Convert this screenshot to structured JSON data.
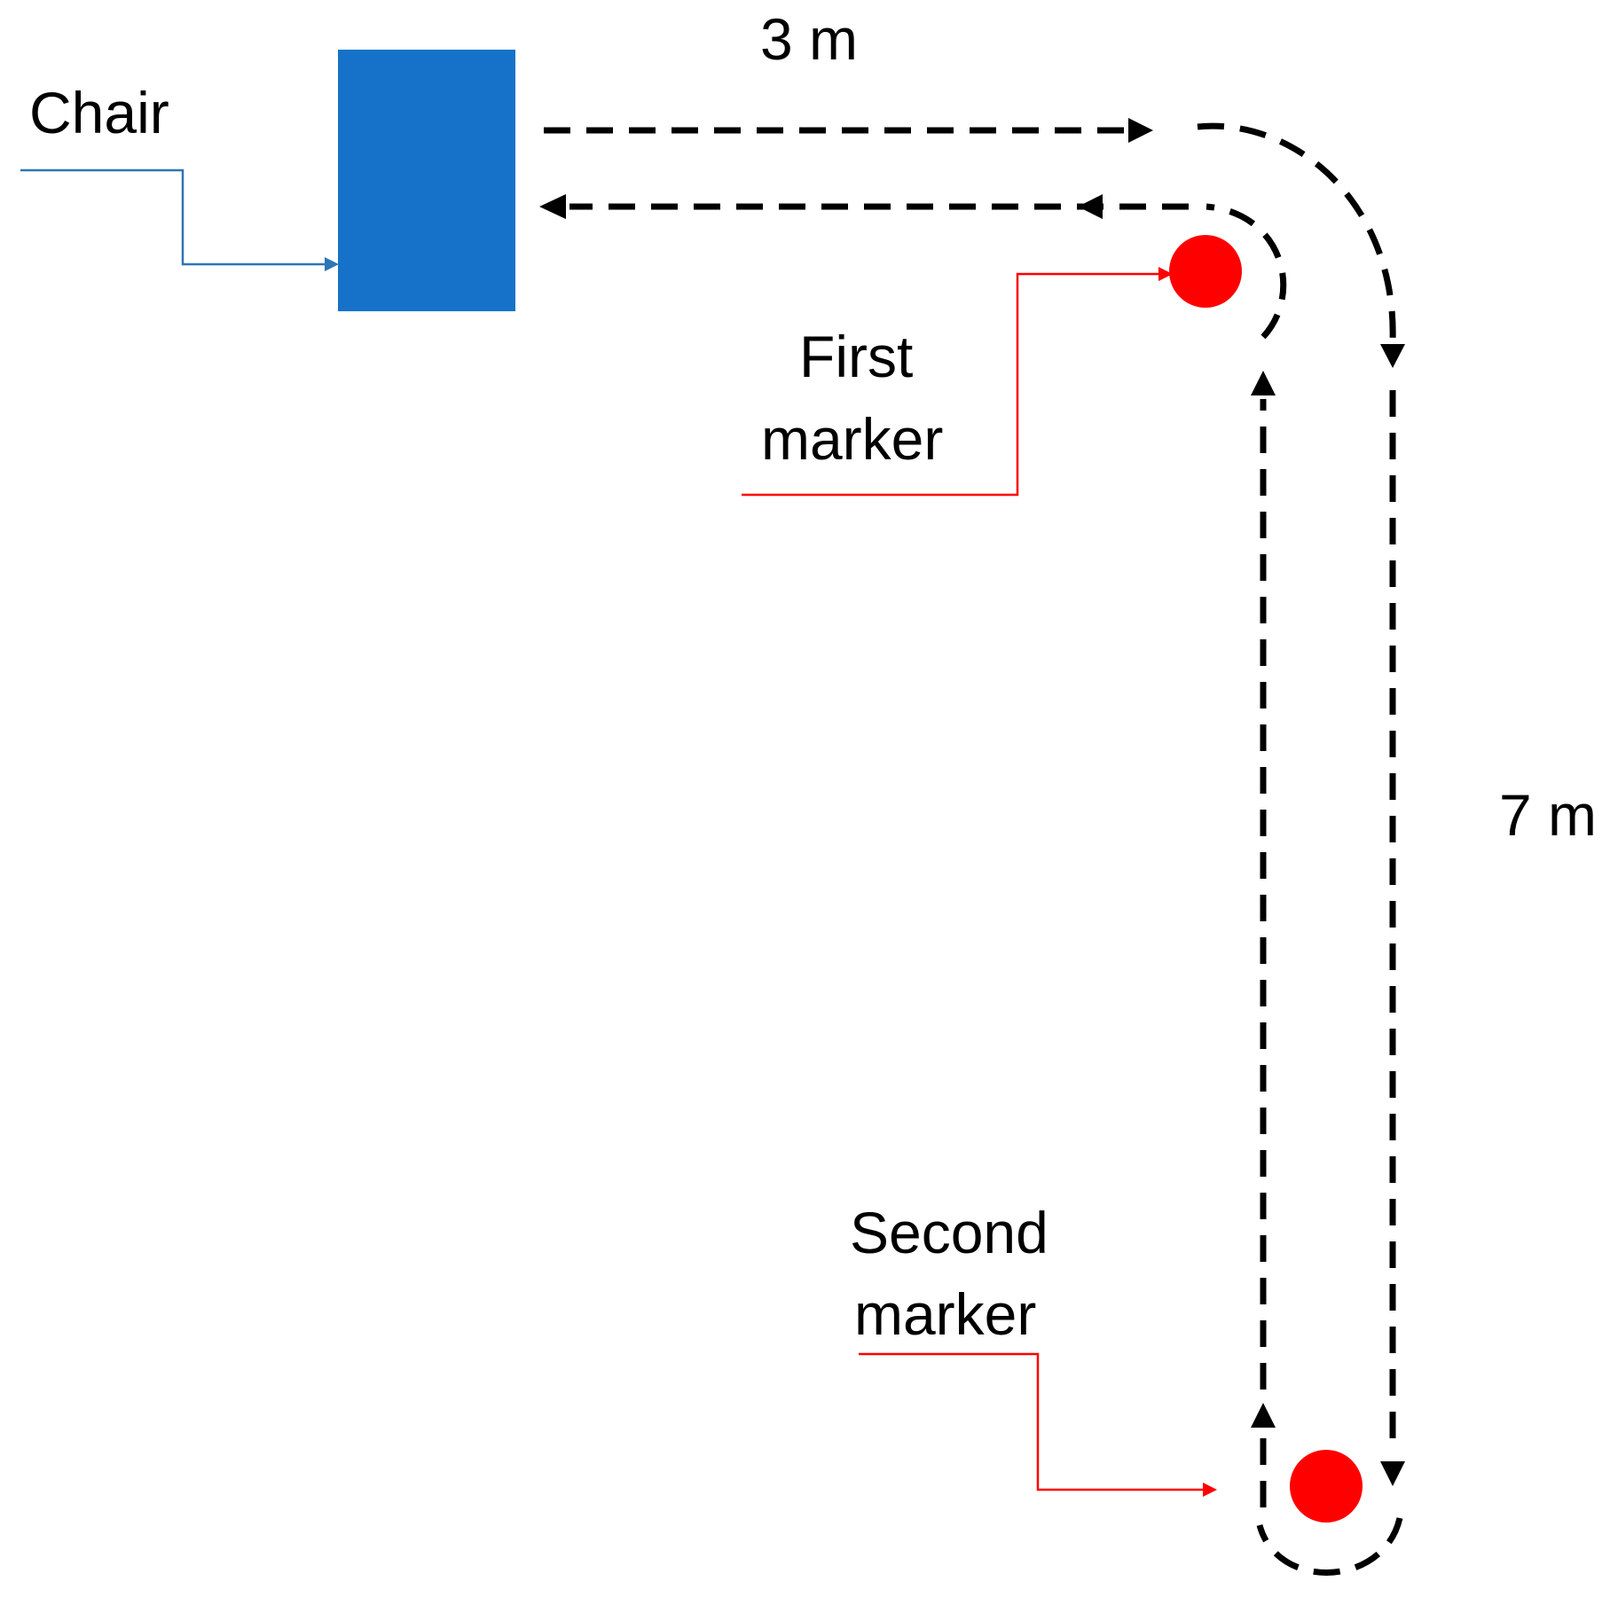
{
  "labels": {
    "chair": "Chair",
    "distance_horizontal": "3 m",
    "distance_vertical": "7 m",
    "first_marker_line1": "First",
    "first_marker_line2": "marker",
    "second_marker_line1": "Second",
    "second_marker_line2": "marker"
  },
  "colors": {
    "chair": "#1672c9",
    "marker": "#ff0000",
    "path": "#000000",
    "chair_callout": "#2e75b6",
    "marker_callout": "#ff0000"
  }
}
